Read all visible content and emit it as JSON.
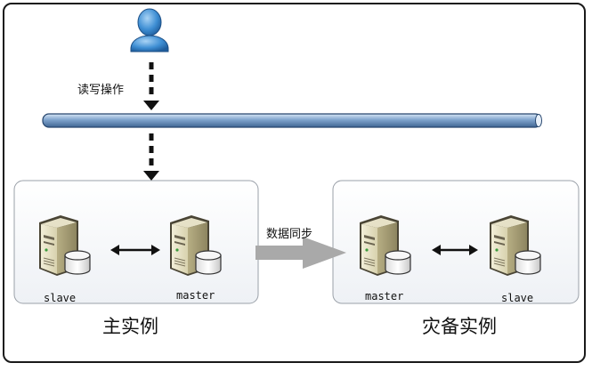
{
  "labels": {
    "rw_operation": "读写操作",
    "data_sync": "数据同步",
    "primary_instance": "主实例",
    "dr_instance": "灾备实例"
  },
  "primary": {
    "left_server": "slave",
    "right_server": "master"
  },
  "disaster_recovery": {
    "left_server": "master",
    "right_server": "slave"
  },
  "icons": [
    "user-icon",
    "server-icon",
    "database-icon",
    "bidirectional-arrow-icon",
    "sync-arrow-icon",
    "network-pipe-icon"
  ]
}
